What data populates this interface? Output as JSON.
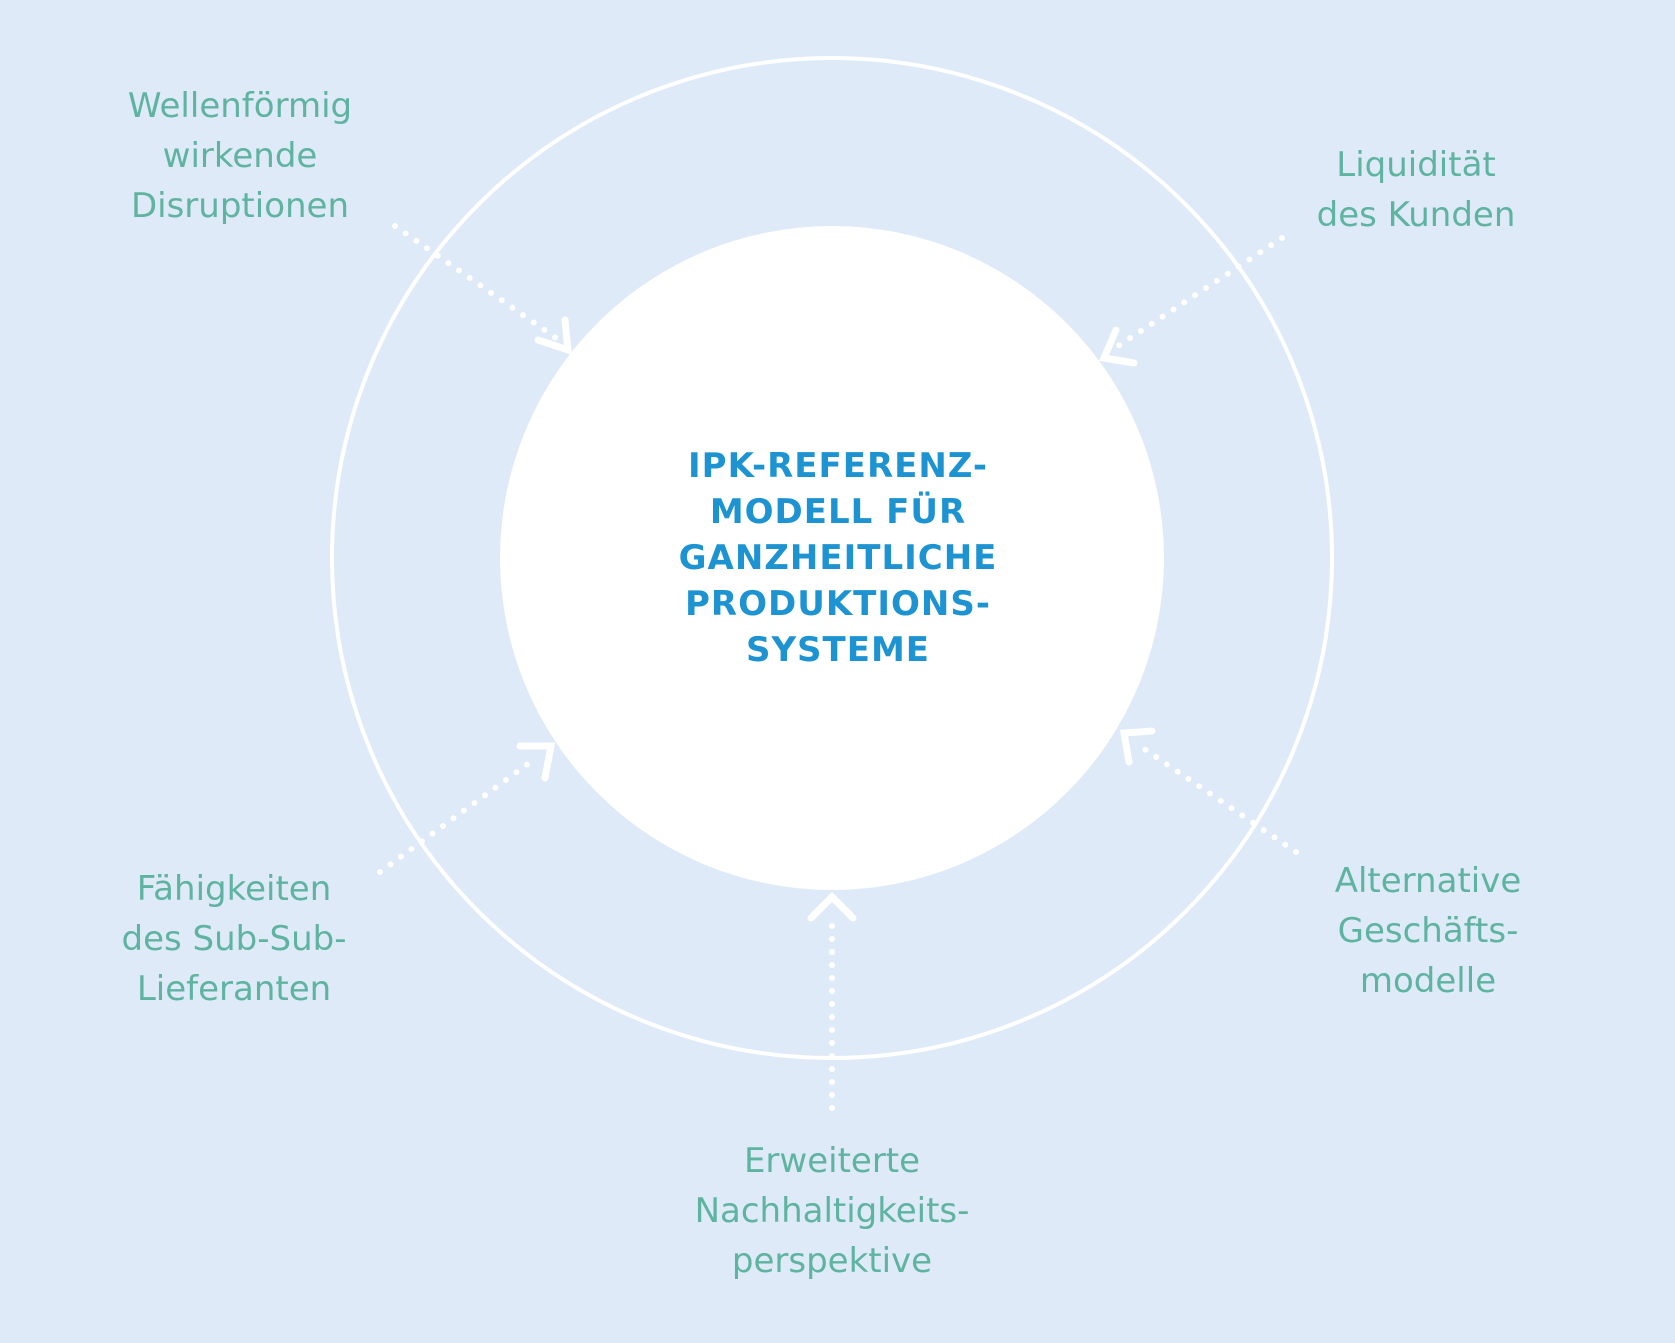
{
  "diagram": {
    "colors": {
      "background": "#deeaf7",
      "ring": "#ffffff",
      "core": "#ffffff",
      "arrow": "#ffffff",
      "factor_text": "#5fb3a1",
      "core_text": "#1e93d2"
    },
    "core": {
      "lines": [
        "IPK-REFERENZ-",
        "MODELL FÜR",
        "GANZHEITLICHE",
        "PRODUKTIONS-",
        "SYSTEME"
      ]
    },
    "factors": {
      "top_left": {
        "lines": [
          "Wellenförmig",
          "wirkende",
          "Disruptionen"
        ]
      },
      "top_right": {
        "lines": [
          "Liquidität",
          "des Kunden"
        ]
      },
      "bottom_left": {
        "lines": [
          "Fähigkeiten",
          "des Sub-Sub-",
          "Lieferanten"
        ]
      },
      "bottom_right": {
        "lines": [
          "Alternative",
          "Geschäfts-",
          "modelle"
        ]
      },
      "bottom": {
        "lines": [
          "Erweiterte",
          "Nachhaltigkeits-",
          "perspektive"
        ]
      }
    }
  }
}
